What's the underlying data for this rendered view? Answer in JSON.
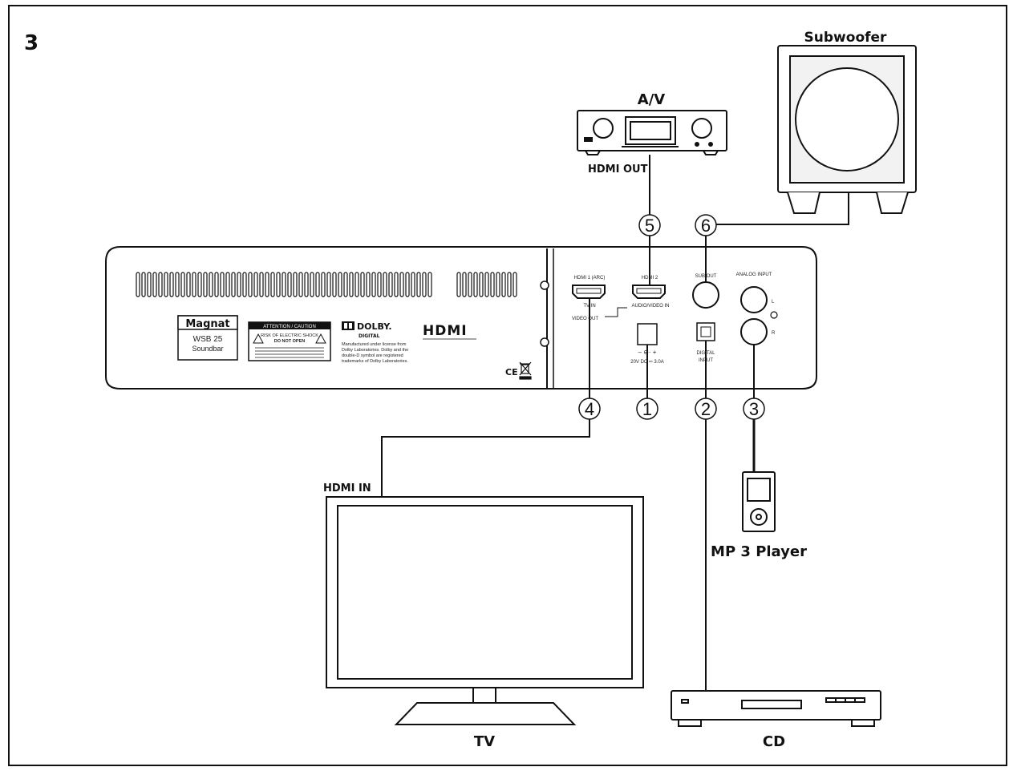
{
  "figure_number": "3",
  "devices": {
    "subwoofer": "Subwoofer",
    "av": "A/V",
    "tv": "TV",
    "cd": "CD",
    "mp3": "MP 3 Player"
  },
  "port_labels": {
    "hdmi_out": "HDMI OUT",
    "hdmi_in": "HDMI IN"
  },
  "connection_numbers": [
    "1",
    "2",
    "3",
    "4",
    "5",
    "6"
  ],
  "soundbar": {
    "brand": "Magnat",
    "model_line1": "WSB 25",
    "model_line2": "Soundbar",
    "caution_title": "ATTENTION / CAUTION",
    "caution_line1": "RISK OF ELECTRIC SHOCK",
    "caution_line2": "DO NOT OPEN",
    "dolby_line1": "DOLBY.",
    "dolby_line2": "DIGITAL",
    "dolby_note": [
      "Manufactured under license from",
      "Dolby Laboratories. Dolby and the",
      "double-D symbol are registered",
      "trademarks of Dolby Laboratories."
    ],
    "hdmi_logo": "HDMI",
    "ports": {
      "hdmi1": "HDMI 1 (ARC)",
      "tv_in": "TV IN",
      "video_out": "VIDEO OUT",
      "hdmi2": "HDMI 2",
      "av_in": "AUDIO/VIDEO IN",
      "sub_out": "SUB OUT",
      "analog_input": "ANALOG INPUT",
      "l": "L",
      "r": "R",
      "digital_input_1": "DIGITAL",
      "digital_input_2": "INPUT",
      "power": "20V DC ⎓ 3.0A"
    }
  }
}
